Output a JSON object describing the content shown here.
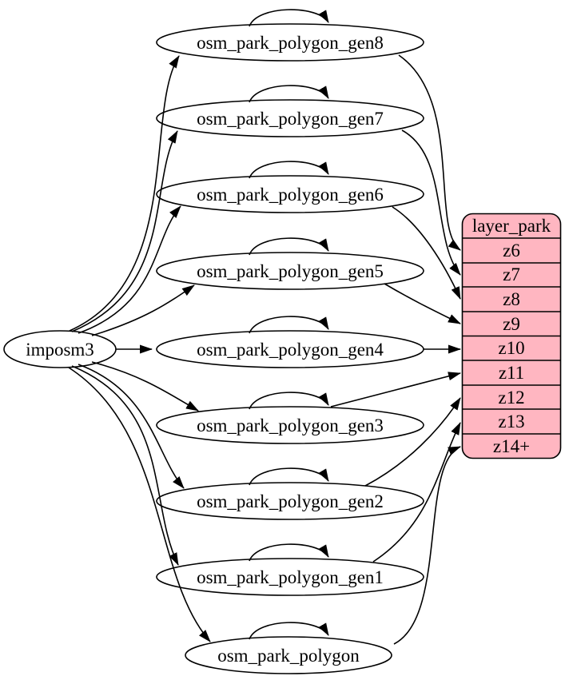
{
  "diagram": {
    "source": {
      "label": "imposm3"
    },
    "tables": [
      {
        "label": "osm_park_polygon_gen8",
        "maps_to": "z6"
      },
      {
        "label": "osm_park_polygon_gen7",
        "maps_to": "z7"
      },
      {
        "label": "osm_park_polygon_gen6",
        "maps_to": "z8"
      },
      {
        "label": "osm_park_polygon_gen5",
        "maps_to": "z9"
      },
      {
        "label": "osm_park_polygon_gen4",
        "maps_to": "z10"
      },
      {
        "label": "osm_park_polygon_gen3",
        "maps_to": "z11"
      },
      {
        "label": "osm_park_polygon_gen2",
        "maps_to": "z12"
      },
      {
        "label": "osm_park_polygon_gen1",
        "maps_to": "z13"
      },
      {
        "label": "osm_park_polygon",
        "maps_to": "z14+"
      }
    ],
    "layer": {
      "title": "layer_park",
      "zoom_rows": [
        "z6",
        "z7",
        "z8",
        "z9",
        "z10",
        "z11",
        "z12",
        "z13",
        "z14+"
      ]
    },
    "colors": {
      "layer_fill": "#ffb6c1",
      "node_fill": "#ffffff",
      "stroke": "#000000",
      "background": "#ffffff"
    }
  }
}
